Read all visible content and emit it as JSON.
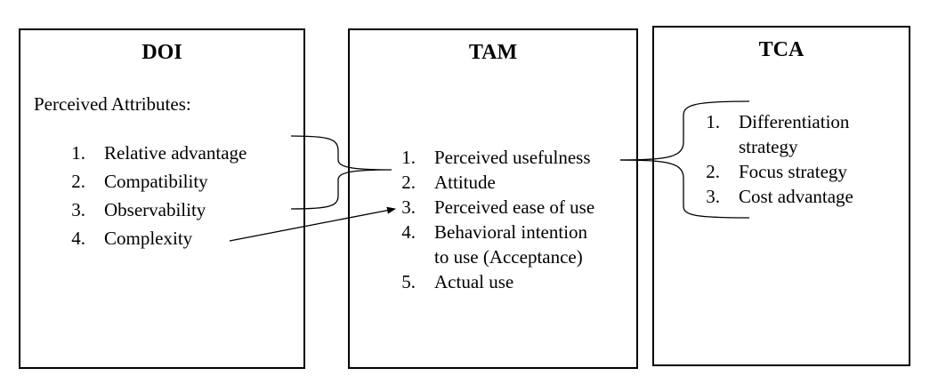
{
  "doi": {
    "title": "DOI",
    "subtitle": "Perceived Attributes:",
    "items": [
      {
        "num": "1.",
        "label": "Relative advantage"
      },
      {
        "num": "2.",
        "label": "Compatibility"
      },
      {
        "num": "3.",
        "label": "Observability"
      },
      {
        "num": "4.",
        "label": "Complexity"
      }
    ]
  },
  "tam": {
    "title": "TAM",
    "items": [
      {
        "num": "1.",
        "label": "Perceived usefulness"
      },
      {
        "num": "2.",
        "label": "Attitude"
      },
      {
        "num": "3.",
        "label": "Perceived ease of use"
      },
      {
        "num": "4.",
        "label": "Behavioral intention",
        "label2": "to use (Acceptance)"
      },
      {
        "num": "5.",
        "label": "Actual use"
      }
    ]
  },
  "tca": {
    "title": "TCA",
    "items": [
      {
        "num": "1.",
        "label": "Differentiation",
        "label2": "strategy"
      },
      {
        "num": "2.",
        "label": "Focus strategy"
      },
      {
        "num": "3.",
        "label": "Cost advantage"
      }
    ]
  }
}
